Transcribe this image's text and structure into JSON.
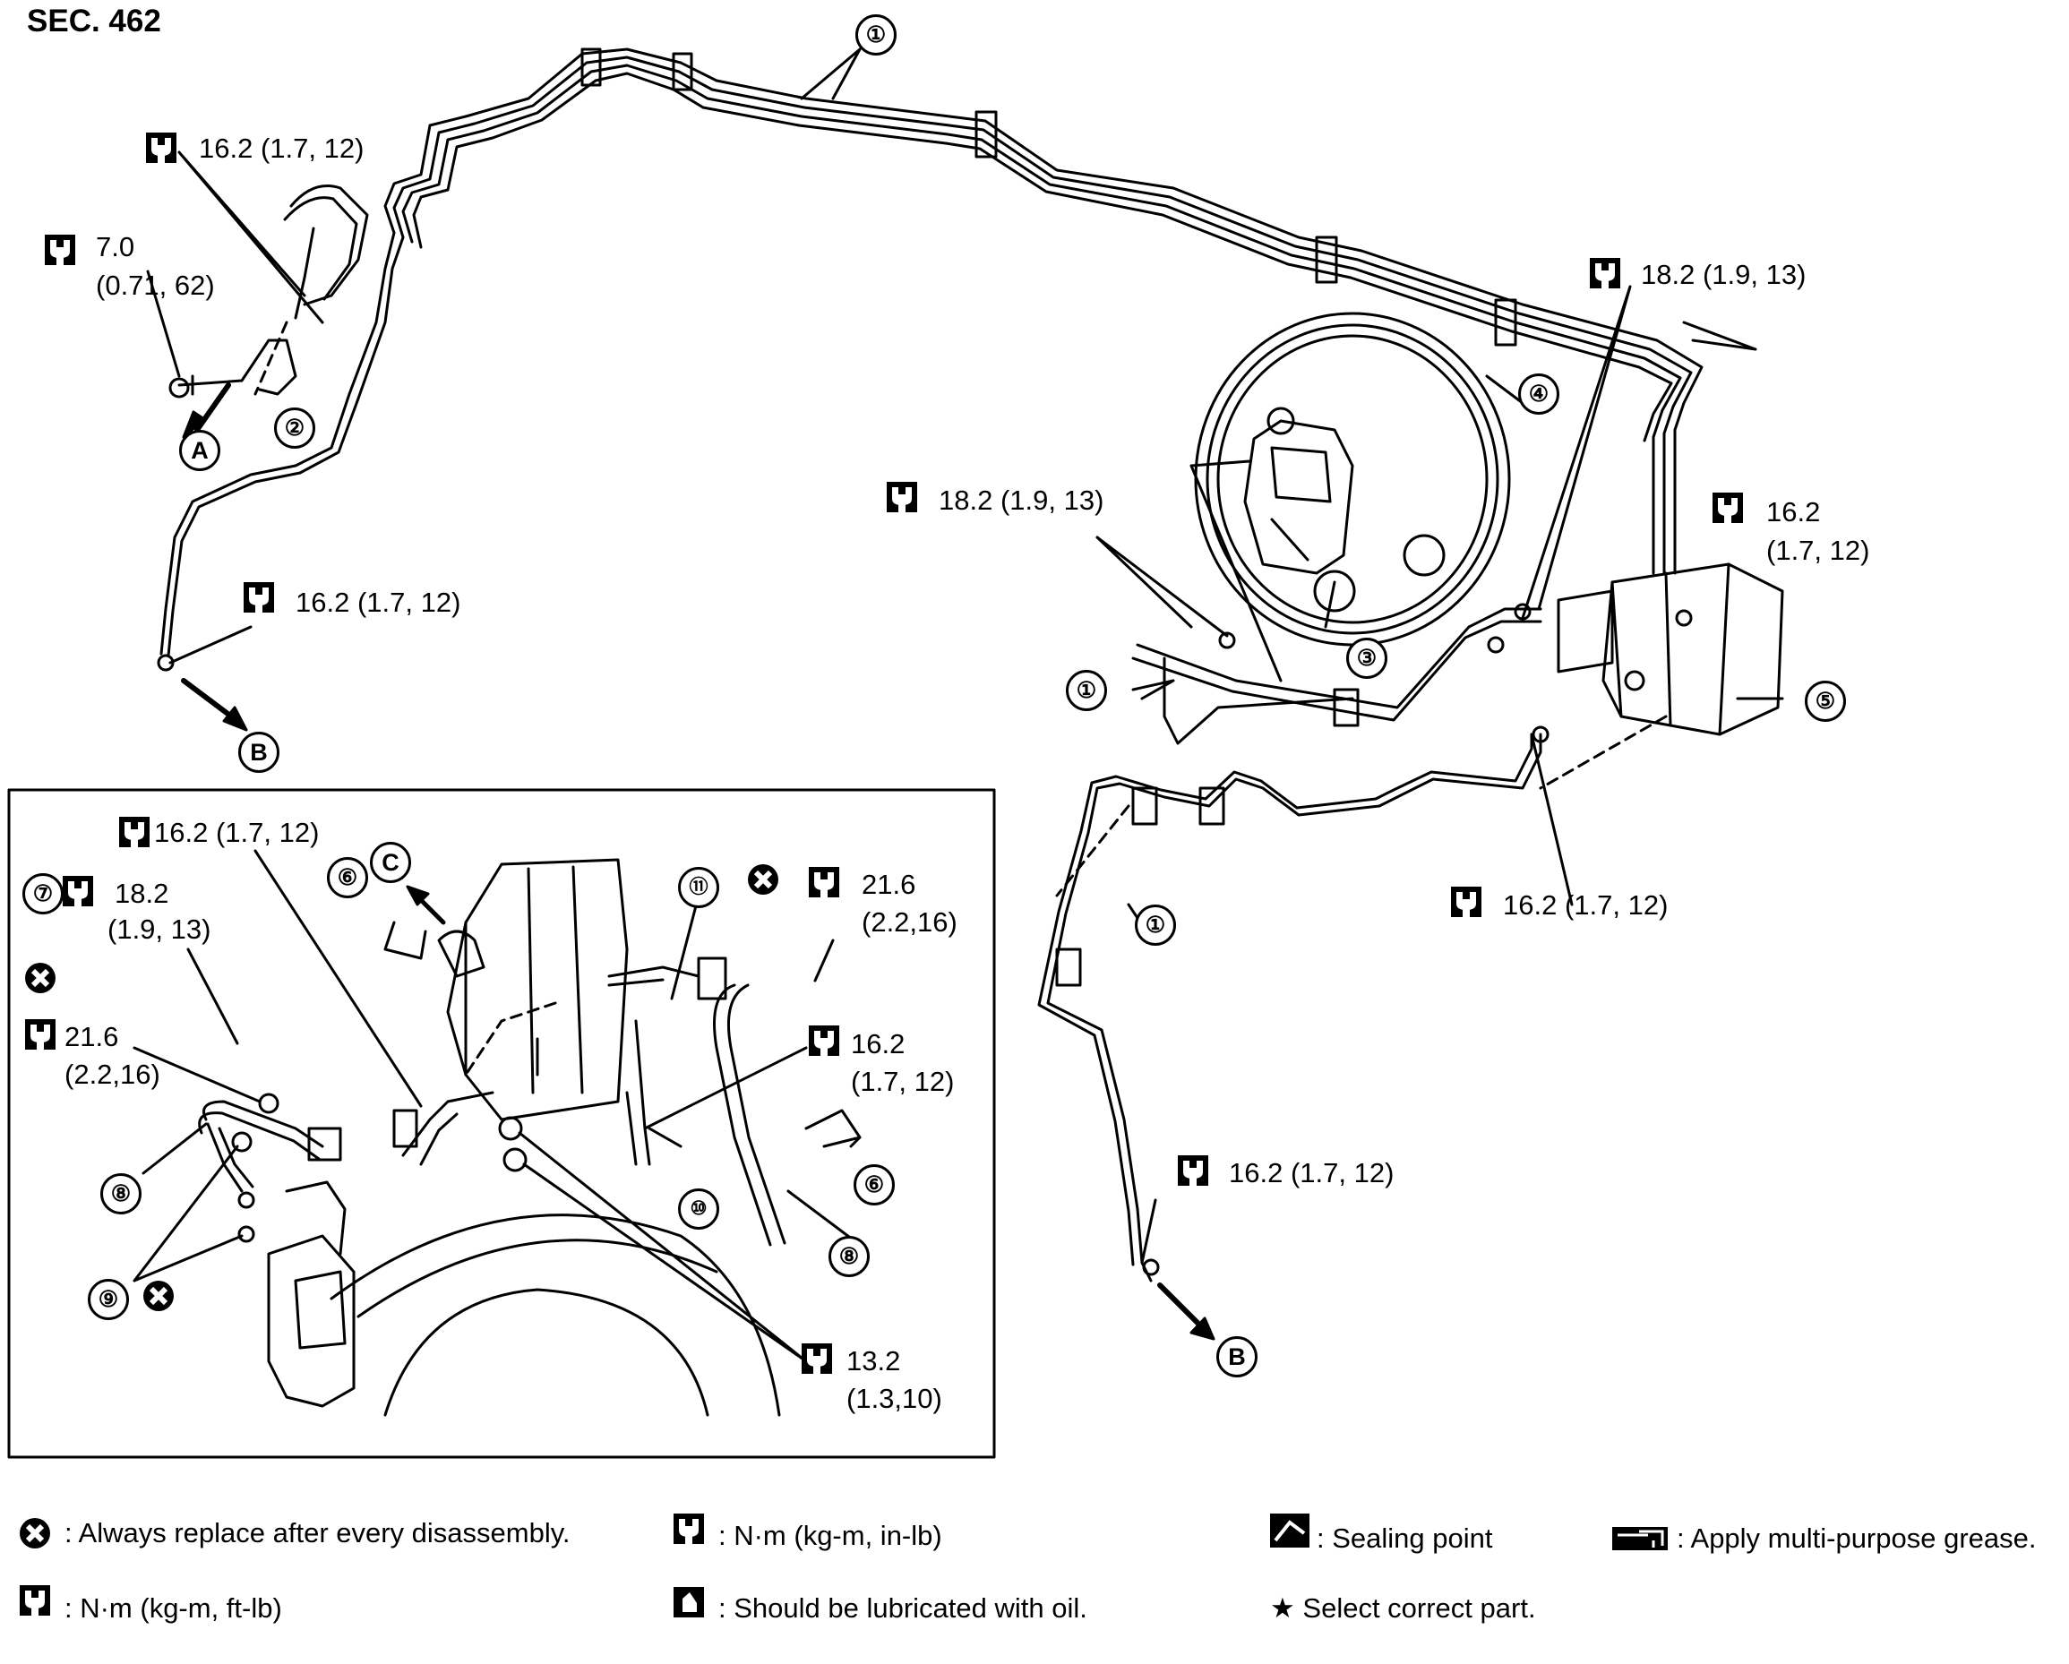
{
  "section": "SEC. 462",
  "callouts": [
    "①",
    "②",
    "③",
    "④",
    "⑤",
    "⑥",
    "⑦",
    "⑧",
    "⑨",
    "⑩",
    "⑪"
  ],
  "letters": [
    "A",
    "B",
    "C"
  ],
  "torques": {
    "t1": "16.2 (1.7, 12)",
    "t2a": "7.0",
    "t2b": "(0.71, 62)",
    "t3": "16.2 (1.7, 12)",
    "t4": "18.2 (1.9, 13)",
    "t5": "18.2 (1.9, 13)",
    "t6a": "16.2",
    "t6b": "(1.7, 12)",
    "t7": "16.2 (1.7, 12)",
    "t8": "16.2 (1.7, 12)",
    "i1": "16.2 (1.7, 12)",
    "i2a": "18.2",
    "i2b": "(1.9, 13)",
    "i3a": "21.6",
    "i3b": "(2.2,16)",
    "i4a": "21.6",
    "i4b": "(2.2,16)",
    "i5a": "16.2",
    "i5b": "(1.7, 12)",
    "i6a": "13.2",
    "i6b": "(1.3,10)"
  },
  "legend": {
    "replace": ": Always replace after every disassembly.",
    "ftlb": ": N·m (kg-m, ft-lb)",
    "inlb": ": N·m (kg-m, in-lb)",
    "oil": ": Should be lubricated with oil.",
    "seal": ": Sealing point",
    "grease": ": Apply multi-purpose grease.",
    "select": ": Select correct part.",
    "star": "★ Select correct part."
  }
}
